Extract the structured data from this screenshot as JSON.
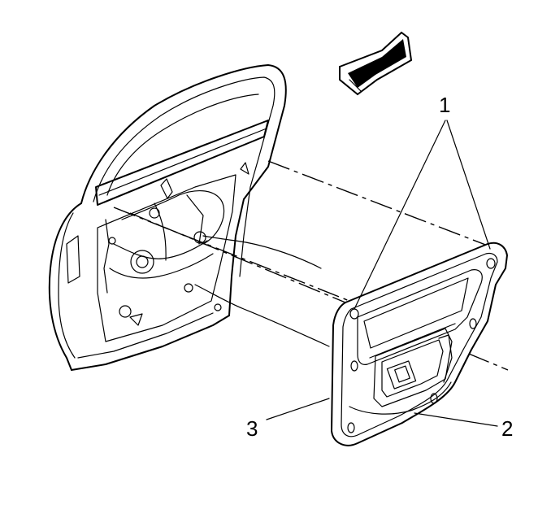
{
  "callouts": [
    {
      "id": "1",
      "text": "1"
    },
    {
      "id": "2",
      "text": "2"
    },
    {
      "id": "3",
      "text": "3"
    }
  ],
  "icons": {
    "direction_arrow": "arrow-left-down-icon"
  },
  "colors": {
    "line": "#000000",
    "background": "#ffffff"
  }
}
